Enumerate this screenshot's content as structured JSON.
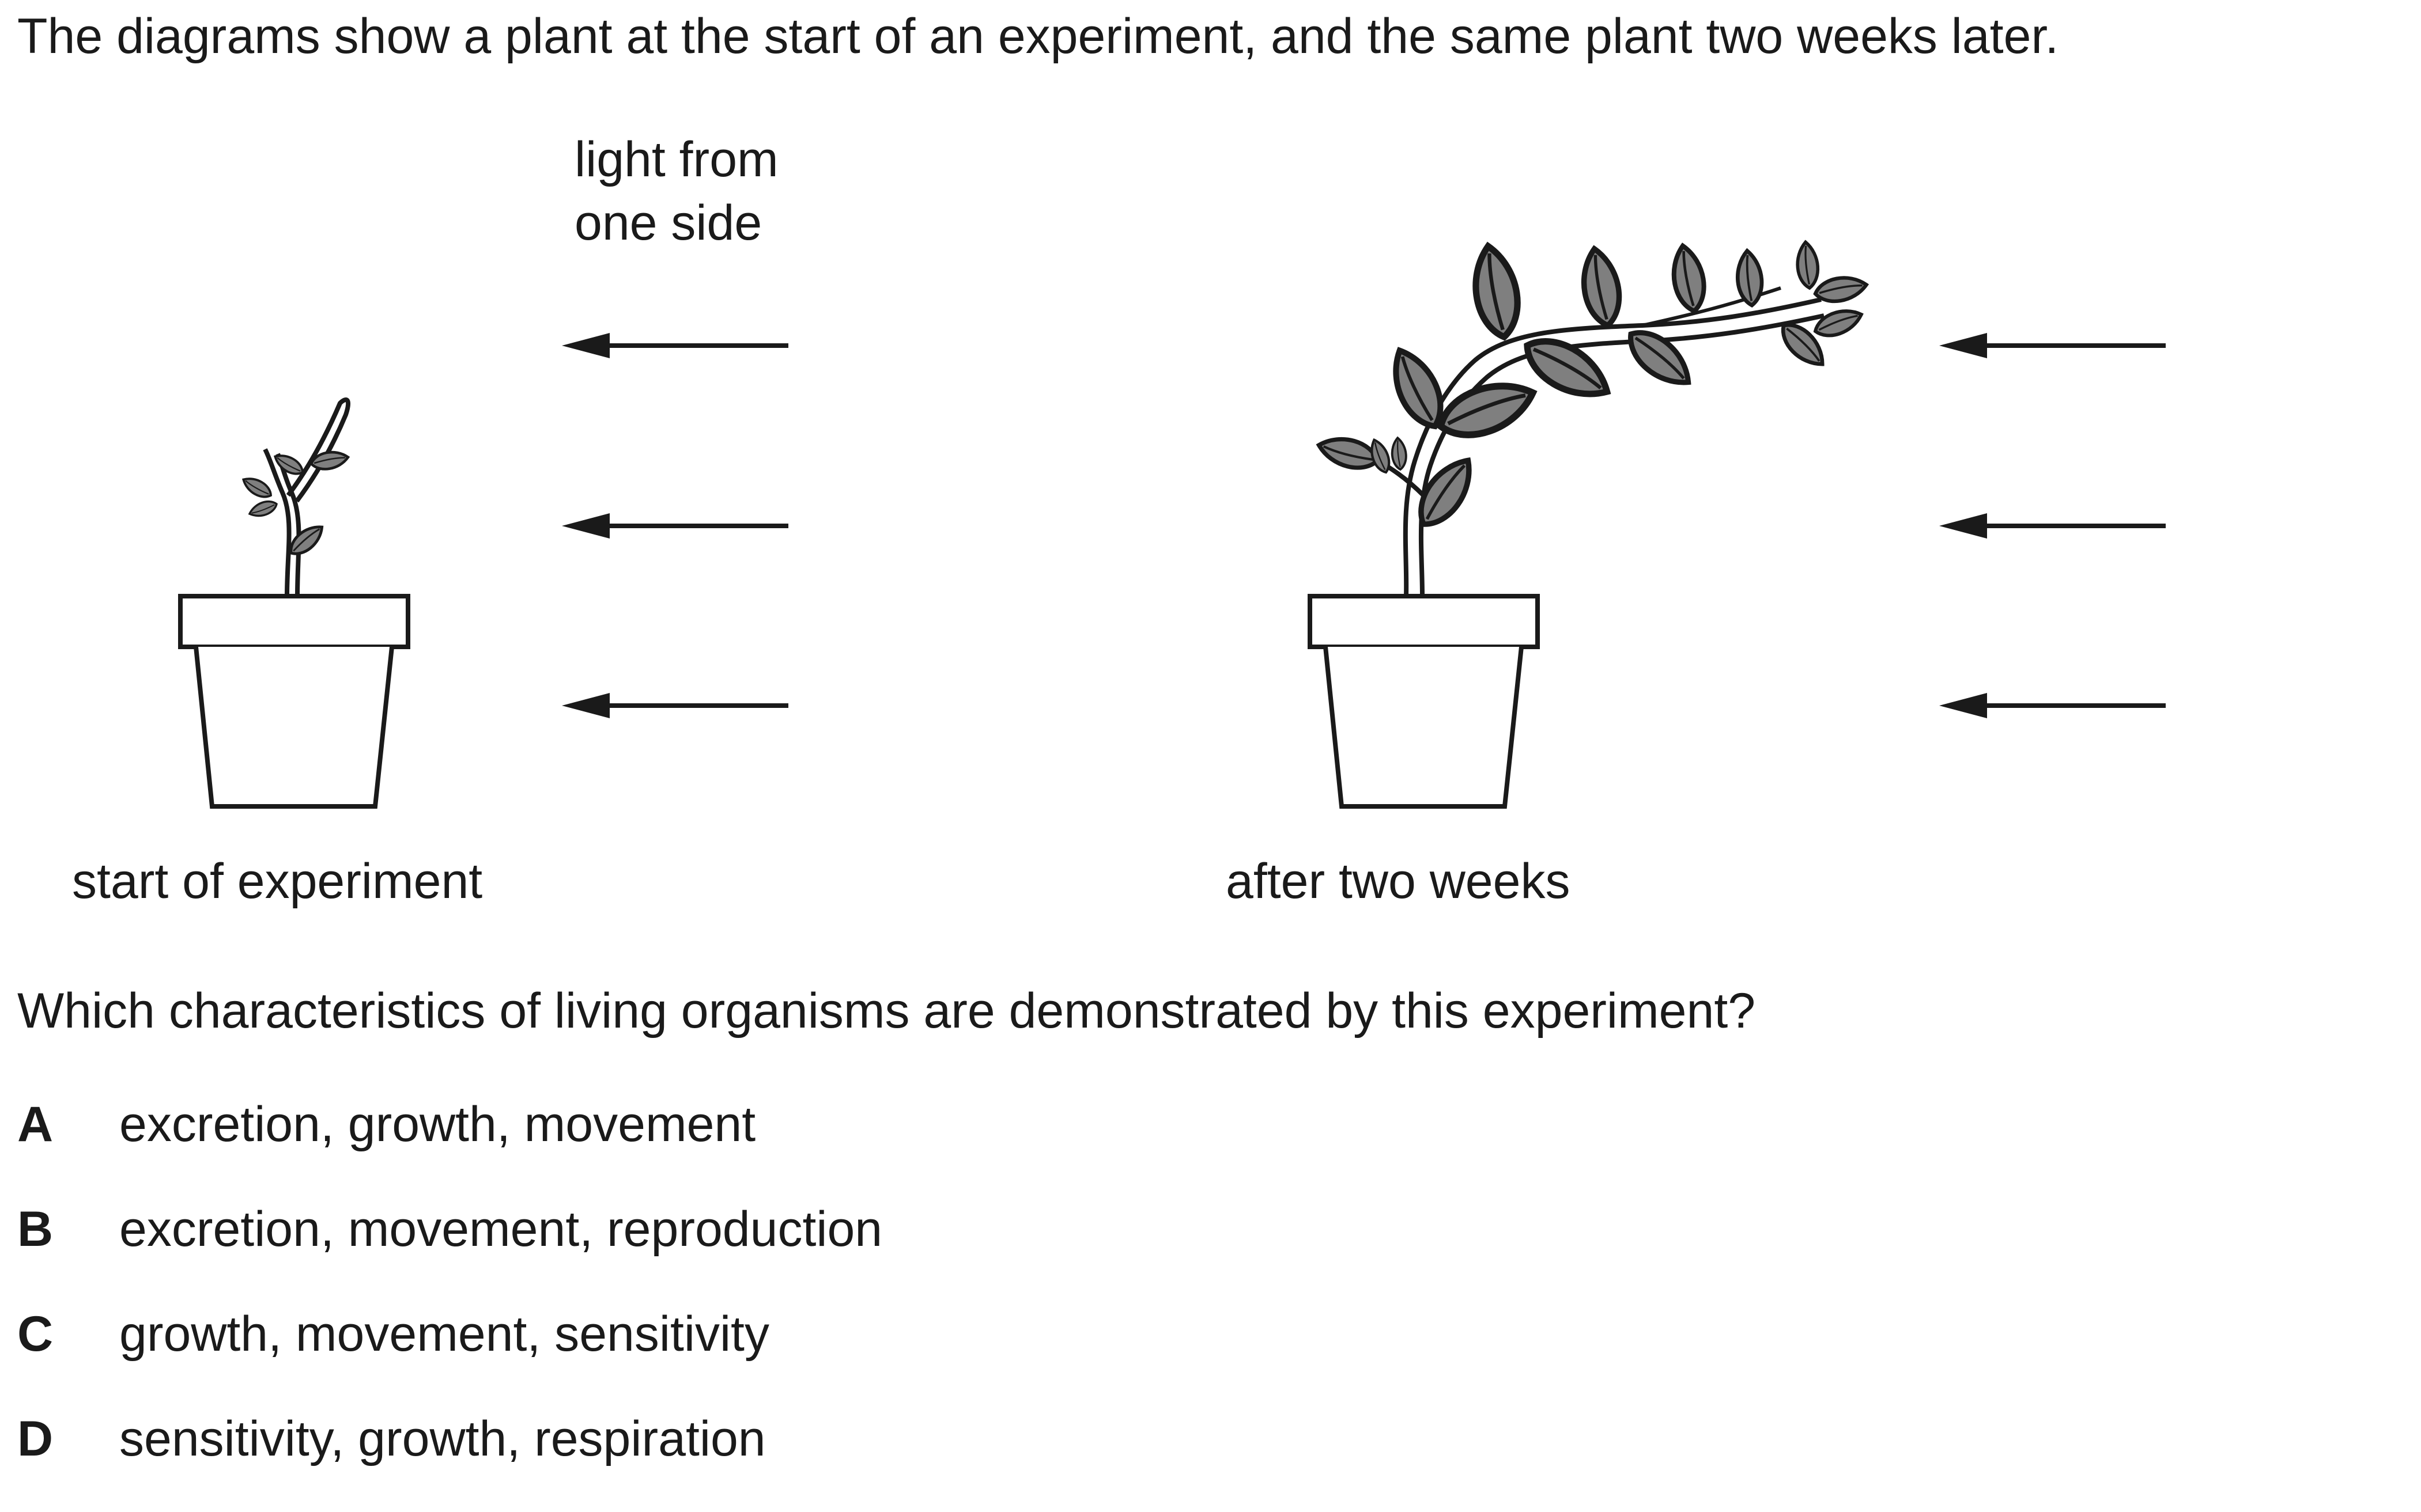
{
  "question": {
    "intro": "The diagrams show a plant at the start of an experiment, and the same plant two weeks later.",
    "prompt": "Which characteristics of living organisms are demonstrated by this experiment?"
  },
  "diagram": {
    "light_label": "light from\none side",
    "caption_start": "start of experiment",
    "caption_after": "after two weeks",
    "leaf_color": "#7f7f7f",
    "line_color": "#1a1a1a"
  },
  "options": [
    {
      "letter": "A",
      "text": "excretion, growth, movement"
    },
    {
      "letter": "B",
      "text": "excretion, movement, reproduction"
    },
    {
      "letter": "C",
      "text": "growth, movement, sensitivity"
    },
    {
      "letter": "D",
      "text": "sensitivity, growth, respiration"
    }
  ]
}
